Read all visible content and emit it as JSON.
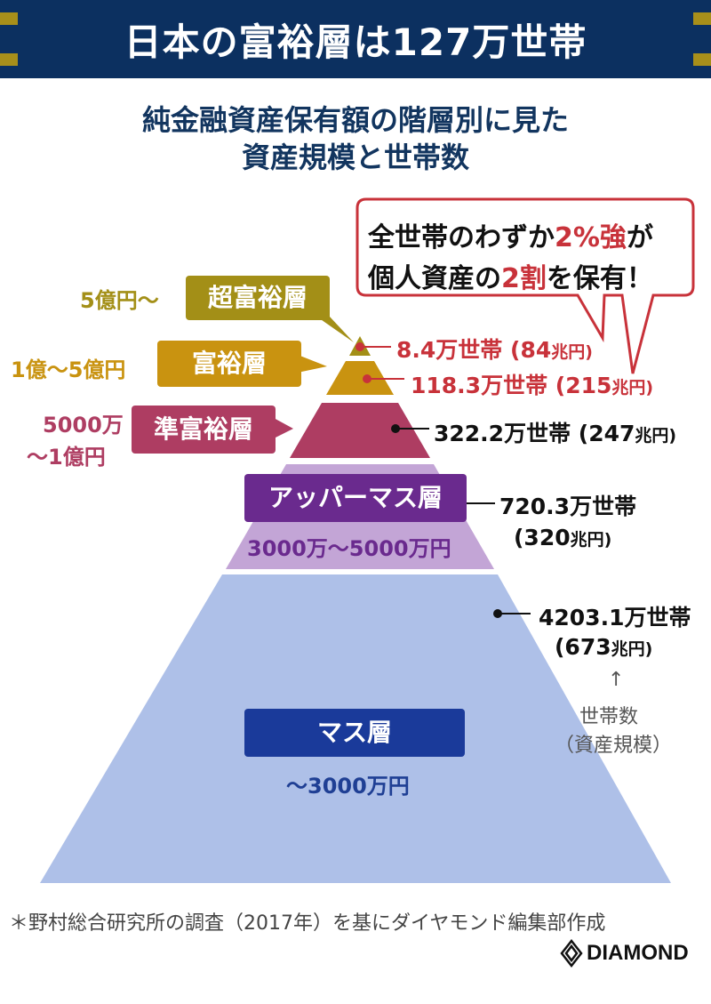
{
  "header": {
    "title": "日本の富裕層は127万世帯"
  },
  "subtitle": {
    "line1": "純金融資産保有額の階層別に見た",
    "line2": "資産規模と世帯数"
  },
  "callout": {
    "line1_pre": "全世帯のわずか",
    "line1_em": "2%強",
    "line1_post": "が",
    "line2_pre": "個人資産の",
    "line2_em": "2割",
    "line2_post": "を保有！"
  },
  "colors": {
    "navy": "#0c3060",
    "gold": "#a88f1a",
    "ultra": "#a38f17",
    "wealthy": "#c99310",
    "semi": "#ae3d62",
    "upper_mass_fill": "#c3a5d6",
    "upper_mass_tag": "#6a2a8e",
    "mass_fill": "#aec0e8",
    "mass_tag": "#1a3a9a",
    "red": "#c8323a"
  },
  "tiers": [
    {
      "name": "超富裕層",
      "range": "5億円〜",
      "households": "8.4万世帯",
      "assets_num": "(84",
      "assets_unit": "兆円)"
    },
    {
      "name": "富裕層",
      "range": "1億〜5億円",
      "households": "118.3万世帯",
      "assets_num": "(215",
      "assets_unit": "兆円)"
    },
    {
      "name": "準富裕層",
      "range_line1": "5000万",
      "range_line2": "〜1億円",
      "households": "322.2万世帯",
      "assets_num": "(247",
      "assets_unit": "兆円)"
    },
    {
      "name": "アッパーマス層",
      "range": "3000万〜5000万円",
      "households": "720.3万世帯",
      "assets_num": "(320",
      "assets_unit": "兆円)"
    },
    {
      "name": "マス層",
      "range": "〜3000万円",
      "households": "4203.1万世帯",
      "assets_num": "(673",
      "assets_unit": "兆円)"
    }
  ],
  "legend": {
    "arrow": "↑",
    "line1": "世帯数",
    "line2": "（資産規模）"
  },
  "footer": {
    "source": "＊野村総合研究所の調査（2017年）を基にダイヤモンド編集部作成",
    "brand": "DIAMOND"
  }
}
